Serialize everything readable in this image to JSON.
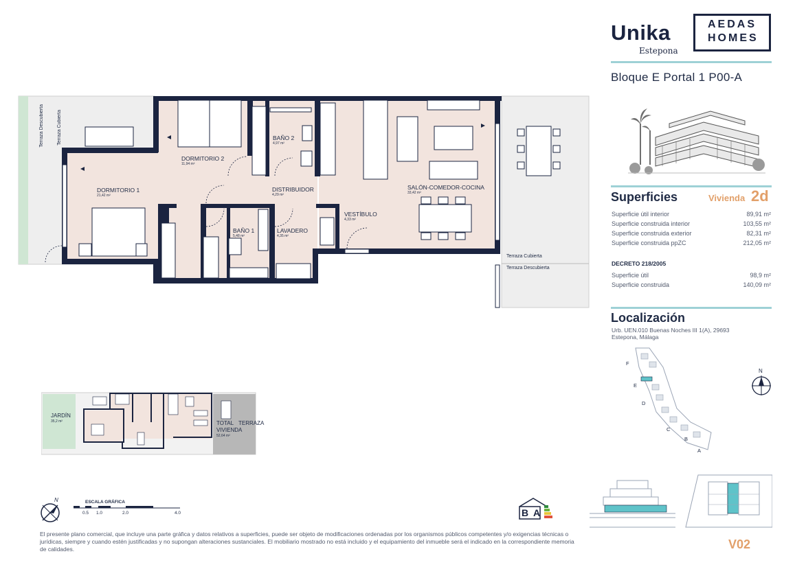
{
  "brand": {
    "name": "Unika",
    "location": "Estepona",
    "developer_line1": "AEDAS",
    "developer_line2": "HOMES"
  },
  "unit_title": "Bloque E Portal 1 P00-A",
  "surfaces": {
    "title": "Superficies",
    "type_label": "Vivienda",
    "type_value": "2d",
    "rows": [
      {
        "label": "Superficie útil interior",
        "value": "89,91 m²"
      },
      {
        "label": "Superficie construida interior",
        "value": "103,55 m²"
      },
      {
        "label": "Superficie construida exterior",
        "value": "82,31 m²"
      },
      {
        "label": "Superficie construida ppZC",
        "value": "212,05 m²"
      }
    ],
    "decree_title": "DECRETO 218/2005",
    "decree_rows": [
      {
        "label": "Superficie útil",
        "value": "98,9 m²"
      },
      {
        "label": "Superficie construida",
        "value": "140,09 m²"
      }
    ]
  },
  "location": {
    "title": "Localización",
    "address_line1": "Urb. UEN.010 Buenas Noches III 1(A), 29693",
    "address_line2": "Estepona, Málaga",
    "blocks": [
      "F",
      "E",
      "D",
      "C",
      "B",
      "A"
    ],
    "north": "N"
  },
  "plan": {
    "rooms": [
      {
        "name": "DORMITORIO 2",
        "area": "11,94 m²"
      },
      {
        "name": "BAÑO 2",
        "area": "4,97 m²"
      },
      {
        "name": "DORMITORIO 1",
        "area": "21,42 m²"
      },
      {
        "name": "DISTRIBUIDOR",
        "area": "4,29 m²"
      },
      {
        "name": "SALÓN-COMEDOR-COCINA",
        "area": "33,42 m²"
      },
      {
        "name": "BAÑO 1",
        "area": "5,48 m²"
      },
      {
        "name": "LAVADERO",
        "area": "4,35 m²"
      },
      {
        "name": "VESTÍBULO",
        "area": "4,33 m²"
      }
    ],
    "terrace_left_1": "Terraza Descubierta",
    "terrace_left_2": "Terraza Cubierta",
    "terrace_right_1": "Terraza Cubierta",
    "terrace_right_2": "Terraza Descubierta"
  },
  "mini_plan": {
    "garden_label": "JARDÍN",
    "garden_area": "35,2 m²",
    "total_label_1": "TOTAL",
    "total_label_2": "VIVIENDA",
    "total_area": "52,64 m²",
    "terrace_label": "TERRAZA"
  },
  "scale": {
    "title": "ESCALA GRÁFICA",
    "ticks": [
      "0.5",
      "1.0",
      "2.0",
      "4.0"
    ],
    "north": "N"
  },
  "energy": {
    "label_b": "B",
    "label_a": "A"
  },
  "disclaimer": "El presente plano comercial, que incluye una parte gráfica y datos relativos a superficies, puede ser objeto de modificaciones ordenadas por los organismos públicos competentes y/o exigencias técnicas o jurídicas, siempre y cuando estén justificadas y no supongan alteraciones sustanciales. El mobiliario mostrado no está incluido y el equipamiento del inmueble será el indicado en la correspondiente memoria de calidades.",
  "version": "V02",
  "colors": {
    "accent": "#e2a06a",
    "teal": "#9ed1d6",
    "navy": "#1b2440",
    "room_fill": "#f2e4de",
    "terrace": "#eeeeee",
    "garden": "#cfe6d3"
  }
}
